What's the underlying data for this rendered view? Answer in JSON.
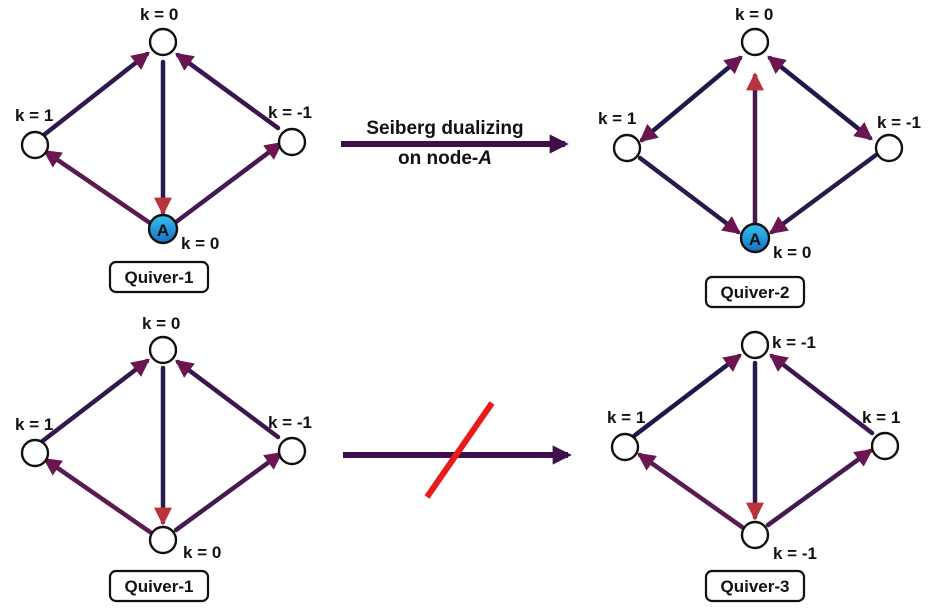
{
  "colors": {
    "edge_dark": "#1c1a4a",
    "edge_purple": "#6b1650",
    "arrowhead": "#6b1650",
    "arrowhead_red": "#b8343a",
    "node_a_fill": "#1f9ad6",
    "slash": "#e81b1b",
    "map_arrow": "#3e0f4a"
  },
  "quivers": [
    {
      "label": "Quiver-1",
      "nodes": [
        {
          "id": "top",
          "k": "k = 0"
        },
        {
          "id": "left",
          "k": "k = 1"
        },
        {
          "id": "right",
          "k": "k = -1"
        },
        {
          "id": "bottom",
          "k": "k = 0",
          "mark": "A"
        }
      ]
    },
    {
      "label": "Quiver-2",
      "nodes": [
        {
          "id": "top",
          "k": "k = 0"
        },
        {
          "id": "left",
          "k": "k = 1"
        },
        {
          "id": "right",
          "k": "k = -1"
        },
        {
          "id": "bottom",
          "k": "k = 0",
          "mark": "A"
        }
      ]
    },
    {
      "label": "Quiver-1",
      "nodes": [
        {
          "id": "top",
          "k": "k = 0"
        },
        {
          "id": "left",
          "k": "k = 1"
        },
        {
          "id": "right",
          "k": "k = -1"
        },
        {
          "id": "bottom",
          "k": "k = 0"
        }
      ]
    },
    {
      "label": "Quiver-3",
      "nodes": [
        {
          "id": "top",
          "k": "k = -1"
        },
        {
          "id": "left",
          "k": "k = 1"
        },
        {
          "id": "right",
          "k": "k = 1"
        },
        {
          "id": "bottom",
          "k": "k = -1"
        }
      ]
    }
  ],
  "transition": {
    "line1": "Seiberg dualizing",
    "line2_prefix": "on node-",
    "line2_node": "A"
  }
}
